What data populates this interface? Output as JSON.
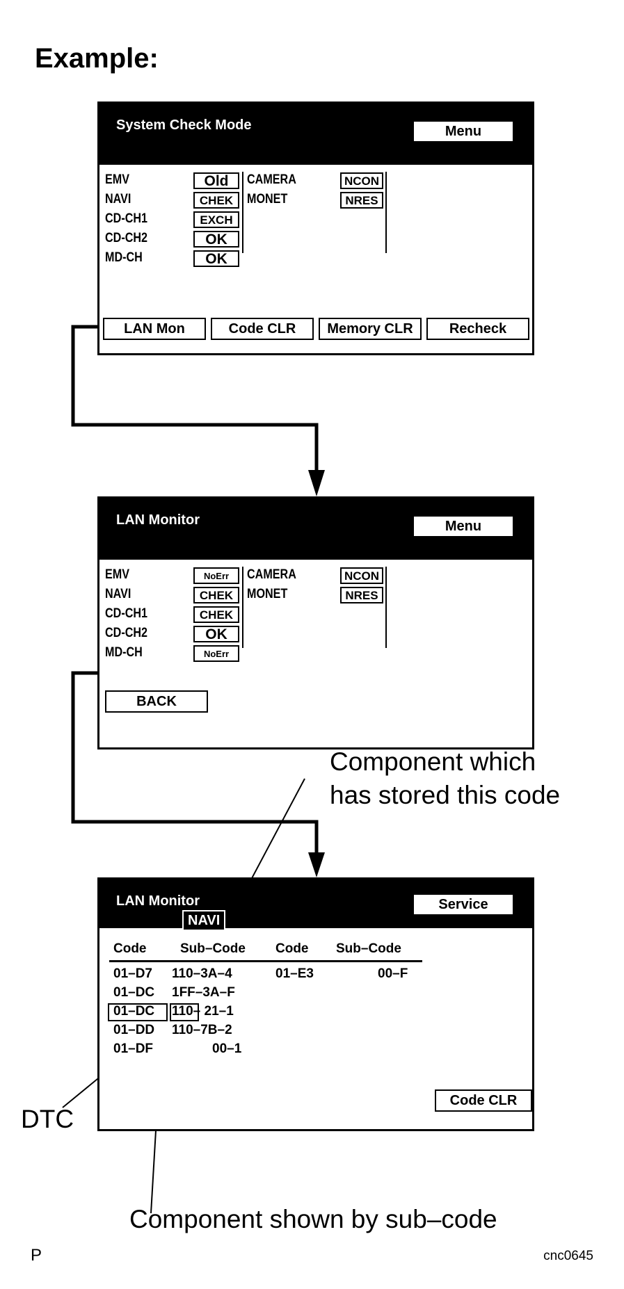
{
  "heading": "Example:",
  "screen1": {
    "title": "System Check Mode",
    "menu": "Menu",
    "left": [
      {
        "label": "EMV",
        "status": "Old"
      },
      {
        "label": "NAVI",
        "status": "CHEK"
      },
      {
        "label": "CD-CH1",
        "status": "EXCH"
      },
      {
        "label": "CD-CH2",
        "status": "OK"
      },
      {
        "label": "MD-CH",
        "status": "OK"
      }
    ],
    "right": [
      {
        "label": "CAMERA",
        "status": "NCON"
      },
      {
        "label": "MONET",
        "status": "NRES"
      }
    ],
    "buttons": [
      "LAN Mon",
      "Code CLR",
      "Memory CLR",
      "Recheck"
    ]
  },
  "screen2": {
    "title": "LAN Monitor",
    "menu": "Menu",
    "left": [
      {
        "label": "EMV",
        "status": "NoErr"
      },
      {
        "label": "NAVI",
        "status": "CHEK"
      },
      {
        "label": "CD-CH1",
        "status": "CHEK"
      },
      {
        "label": "CD-CH2",
        "status": "OK"
      },
      {
        "label": "MD-CH",
        "status": "NoErr"
      }
    ],
    "right": [
      {
        "label": "CAMERA",
        "status": "NCON"
      },
      {
        "label": "MONET",
        "status": "NRES"
      }
    ],
    "back": "BACK"
  },
  "screen3": {
    "title": "LAN Monitor",
    "component": "NAVI",
    "service": "Service",
    "headers": [
      "Code",
      "Sub–Code",
      "Code",
      "Sub–Code"
    ],
    "rows": [
      [
        "01–D7",
        "110–3A–4",
        "01–E3",
        "00–F"
      ],
      [
        "01–DC",
        "1FF–3A–F",
        "",
        ""
      ],
      [
        "01–DC",
        "110– 21–1",
        "",
        ""
      ],
      [
        "01–DD",
        "110–7B–2",
        "",
        ""
      ],
      [
        "01–DF",
        "00–1",
        "",
        ""
      ]
    ],
    "code_clr": "Code CLR"
  },
  "annotations": {
    "component_stored_line1": "Component which",
    "component_stored_line2": "has stored this code",
    "dtc": "DTC",
    "subcode": "Component shown by sub–code"
  },
  "corner_left": "P",
  "corner_right": "cnc0645"
}
